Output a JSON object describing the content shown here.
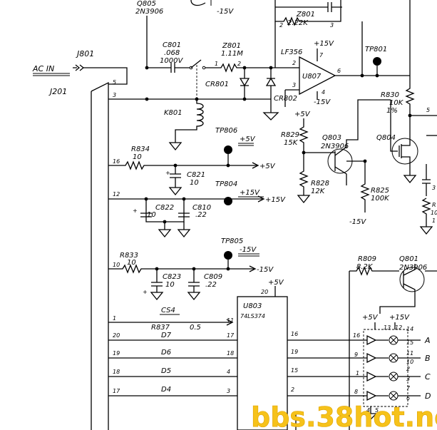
{
  "labels": {
    "j801": "J801",
    "j201": "J201",
    "ac_in": "AC IN",
    "c801_name": "C801",
    "c801_val": ".068",
    "c801_volt": "1000V",
    "z801_name": "Z801",
    "z801_val": "1.11M",
    "q805_name": "Q805",
    "q805_part": "2N3906",
    "top_m15v": "-15V",
    "top_z_name": "Z801",
    "top_z_val": "2.22K",
    "lf356": "LF356",
    "u807": "U807",
    "p15v_u807": "+15V",
    "m15v_u807": "-15V",
    "cr801": "CR801",
    "cr802": "CR802",
    "k801": "K801",
    "tp801": "TP801",
    "tp806": "TP806",
    "tp806_rail": "+5V",
    "tp804": "TP804",
    "tp804_rail": "+15V",
    "tp805": "TP805",
    "tp805_rail": "-15V",
    "r834_name": "R834",
    "r834_val": "10",
    "r833_name": "R833",
    "r833_val": "10",
    "c821_name": "C821",
    "c821_val": "10",
    "c822_name": "C822",
    "c822_val": "10",
    "c810_name": "C810",
    "c810_val": ".22",
    "c823_name": "C823",
    "c823_val": "10",
    "c809_name": "C809",
    "c809_val": ".22",
    "rail_p5v": "+5V",
    "rail_p15v": "+15V",
    "rail_m15v": "-15V",
    "r829_name": "R829",
    "r829_val": "15K",
    "r828_name": "R828",
    "r828_val": "12K",
    "r825_name": "R825",
    "r825_val": "100K",
    "r825_rail": "-15V",
    "p5v_r829": "+5V",
    "q803_name": "Q803",
    "q803_part": "2N3906",
    "q804_name": "Q804",
    "r830_name": "R830",
    "r830_val": "10K",
    "r830_tol": "1%",
    "r809_name": "R809",
    "r809_val": "8.2K",
    "q801_name": "Q801",
    "q801_part": "2N3906",
    "u803_name": "U803",
    "u803_part": "74LS374",
    "p5v_u803": "+5V",
    "cs4": "CS4",
    "r837_name": "R837",
    "r837_val": "0.5",
    "d7": "D7",
    "d6": "D6",
    "d5": "D5",
    "d4": "D4",
    "p5v_drv": "+5V",
    "p15v_drv": "+15V",
    "out_a": "A",
    "out_b": "B",
    "out_c": "C",
    "out_d": "D",
    "cut_3": "3",
    "cut_1": "1",
    "cut_10": "10",
    "cut_1pct": "1",
    "cut_5": "5",
    "cut_r": "R"
  },
  "pins": {
    "j201_5": "5",
    "j201_3": "3",
    "j201_16": "16",
    "j201_12": "12",
    "j201_10": "10",
    "j201_1": "1",
    "j201_20": "20",
    "j201_19": "19",
    "j201_18": "18",
    "j201_17": "17",
    "u807_2": "2",
    "u807_3": "3",
    "u807_6": "6",
    "u807_7": "7",
    "u807_4": "4",
    "z_top_2": "2",
    "z_top_3": "3",
    "z801_1": "1",
    "z801_2": "2",
    "u803_20": "20",
    "u803_11": "11",
    "u803_17": "17",
    "u803_18": "18",
    "u803_4": "4",
    "u803_3": "3",
    "u803_16": "16",
    "u803_19": "19",
    "u803_15": "15",
    "u803_2": "2",
    "drv_16": "16",
    "drv_13": "13",
    "drv_12": "12",
    "drv_14": "14",
    "drv_15": "15",
    "drv_11": "11",
    "drv_9": "9",
    "drv_1": "1",
    "drv_2": "2",
    "drv_8": "8",
    "drv_3": "3",
    "drv_7": "7",
    "drv_6": "6",
    "drv_4": "4",
    "drv_5": "5",
    "drv_10": "10"
  },
  "watermark": "bbs.38hot.net",
  "colors": {
    "ink": "#000000",
    "paper": "#ffffff",
    "watermark_fill": "#f6c21a"
  }
}
